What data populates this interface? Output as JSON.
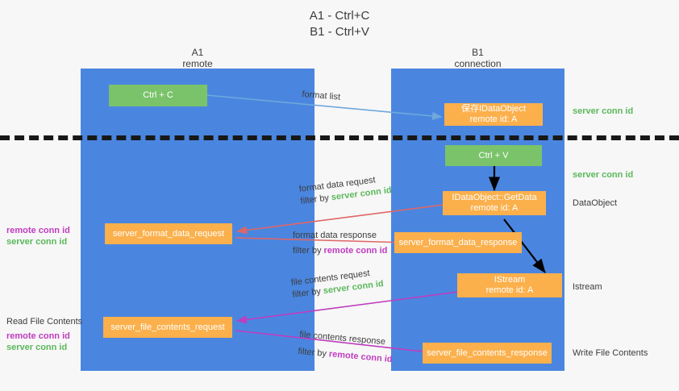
{
  "title": {
    "line1": "A1 - Ctrl+C",
    "line2": "B1 - Ctrl+V"
  },
  "lanes": [
    {
      "name": "A1",
      "sub": "remote"
    },
    {
      "name": "B1",
      "sub": "connection"
    }
  ],
  "colors": {
    "lane": "#4a86e0",
    "green_box": "#7ac36a",
    "orange_box": "#fbb04c",
    "server_conn": "#5bb85b",
    "remote_conn": "#c03cc0",
    "blue_wire": "#6fa8dc",
    "red_wire": "#e06666",
    "magenta_wire": "#c03cc0",
    "black_wire": "#000000",
    "divider": "#181818",
    "background": "#f7f7f7"
  },
  "nodes": {
    "ctrl_c": {
      "l1": "Ctrl + C",
      "l2": ""
    },
    "ctrl_v": {
      "l1": "Ctrl + V",
      "l2": ""
    },
    "save_idataobject": {
      "l1": "保存IDataObject",
      "l2": "remote id: A"
    },
    "getdata": {
      "l1": "IDataObject::GetData",
      "l2": "remote id: A"
    },
    "istream": {
      "l1": "IStream",
      "l2": "remote id: A"
    },
    "fmt_req": {
      "l1": "server_format_data_request",
      "l2": ""
    },
    "fmt_resp": {
      "l1": "server_format_data_response",
      "l2": ""
    },
    "file_req": {
      "l1": "server_file_contents_request",
      "l2": ""
    },
    "file_resp": {
      "l1": "server_file_contents_response",
      "l2": ""
    }
  },
  "right_labels": {
    "server_conn_1": "server conn id",
    "server_conn_2": "server conn id",
    "dataobject": "DataObject",
    "istream": "Istream",
    "write_file_contents": "Write File Contents"
  },
  "left_labels": {
    "remote_conn_1": "remote conn id",
    "server_conn_1": "server conn id",
    "read_file_contents": "Read File Contents",
    "remote_conn_2": "remote conn id",
    "server_conn_2": "server conn id"
  },
  "edges": {
    "format_list": "format list",
    "fmt_req_l1": "format data request",
    "fmt_req_l2_pre": "filter by ",
    "fmt_req_l2_key": "server conn id",
    "fmt_resp_l1": "format data response",
    "fmt_resp_l2_pre": "filter by ",
    "fmt_resp_l2_key": "remote conn id",
    "file_req_l1": "file contents request",
    "file_req_l2_pre": "filter by ",
    "file_req_l2_key": "server conn id",
    "file_resp_l1": "file contents response",
    "file_resp_l2_pre": "filter by ",
    "file_resp_l2_key": "remote conn id"
  }
}
